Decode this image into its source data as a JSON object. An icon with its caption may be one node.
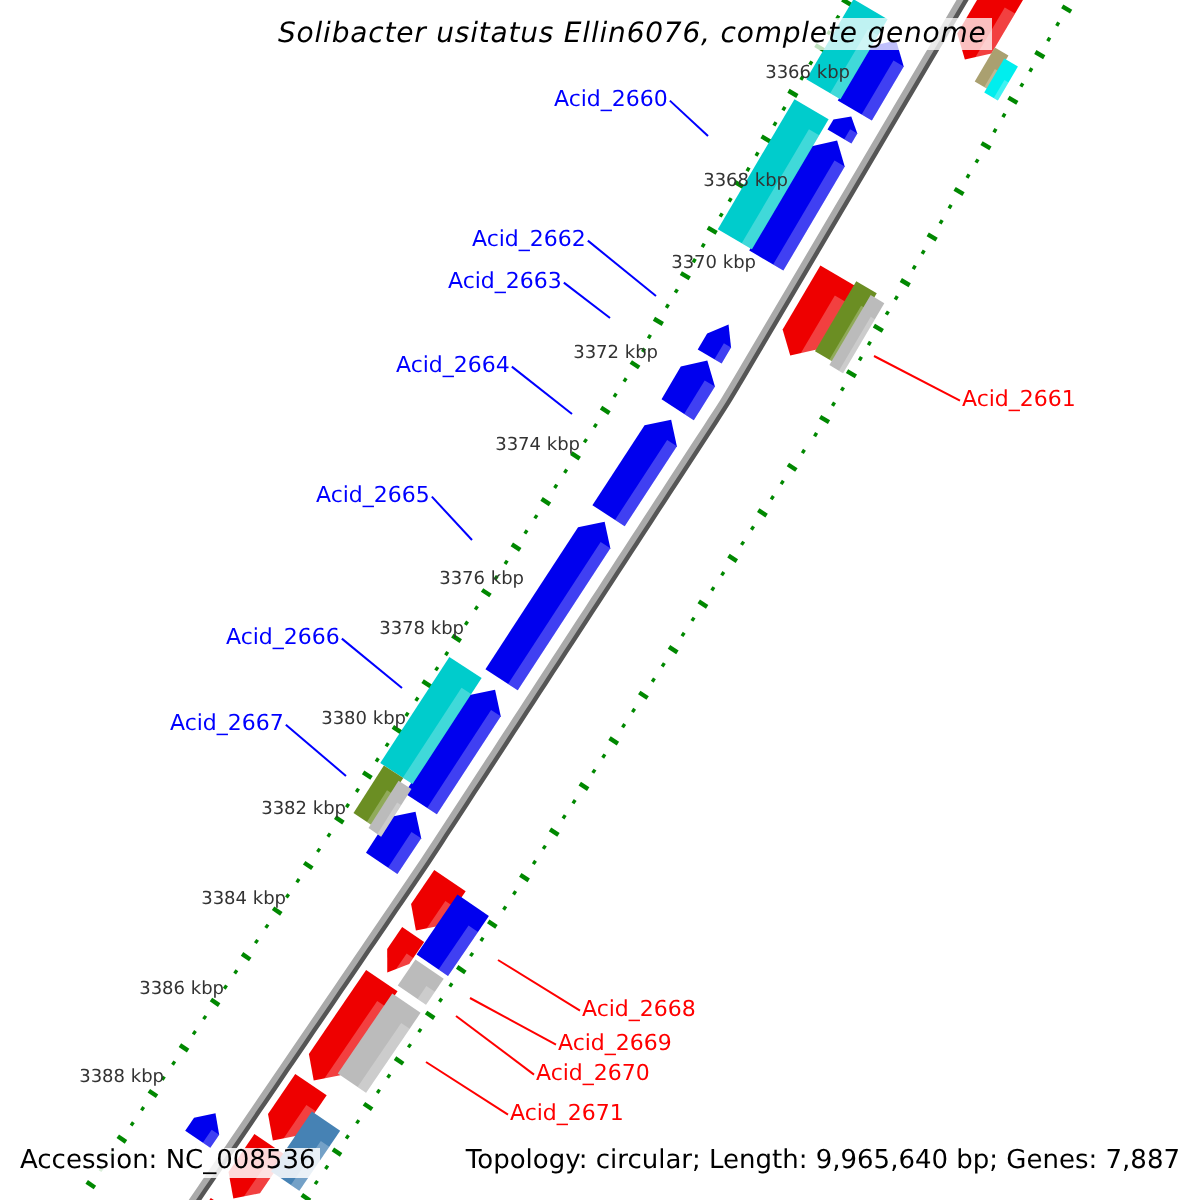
{
  "diagram": {
    "title": "Solibacter usitatus Ellin6076, complete genome",
    "nodes": [
      {
        "text": [
          "Acid_2660"
        ]
      },
      {
        "text": [
          "Acid_2662"
        ]
      },
      {
        "text": [
          "Acid_2663"
        ]
      },
      {
        "text": [
          "Acid_2664"
        ]
      },
      {
        "text": [
          "Acid_2661"
        ]
      },
      {
        "text": [
          "Acid_2665"
        ]
      },
      {
        "text": [
          "Acid_2666"
        ]
      },
      {
        "text": [
          "Acid_2667"
        ]
      },
      {
        "text": [
          "Acid_2668"
        ]
      },
      {
        "text": [
          "Acid_2669"
        ]
      },
      {
        "text": [
          "Acid_2670"
        ]
      },
      {
        "text": [
          "Acid_2671"
        ]
      }
    ],
    "edges": [
      {
        "from": 0,
        "to": null,
        "arrow": "none"
      },
      {
        "from": 1,
        "to": null,
        "arrow": "none"
      },
      {
        "from": 2,
        "to": null,
        "arrow": "none"
      },
      {
        "from": 3,
        "to": null,
        "arrow": "none"
      },
      {
        "from": 4,
        "to": null,
        "arrow": "none",
        "color": "#ff0000"
      },
      {
        "from": 5,
        "to": null,
        "arrow": "none"
      },
      {
        "from": 6,
        "to": null,
        "arrow": "none"
      },
      {
        "from": 7,
        "to": null,
        "arrow": "none"
      },
      {
        "from": 8,
        "to": null,
        "arrow": "none",
        "color": "#ff0000"
      },
      {
        "from": 9,
        "to": null,
        "arrow": "none",
        "color": "#ff0000"
      },
      {
        "from": 10,
        "to": null,
        "arrow": "none",
        "color": "#ff0000"
      },
      {
        "from": 11,
        "to": null,
        "arrow": "none",
        "color": "#ff0000"
      }
    ],
    "labels": [
      "3366 kbp",
      "3368 kbp",
      "3370 kbp",
      "3372 kbp",
      "3374 kbp",
      "3376 kbp",
      "3378 kbp",
      "3380 kbp",
      "3382 kbp",
      "3384 kbp",
      "3386 kbp",
      "3388 kbp",
      "Accession: NC_008536",
      "Topology: circular; Length: 9,965,640 bp; Genes: 7,887"
    ]
  }
}
